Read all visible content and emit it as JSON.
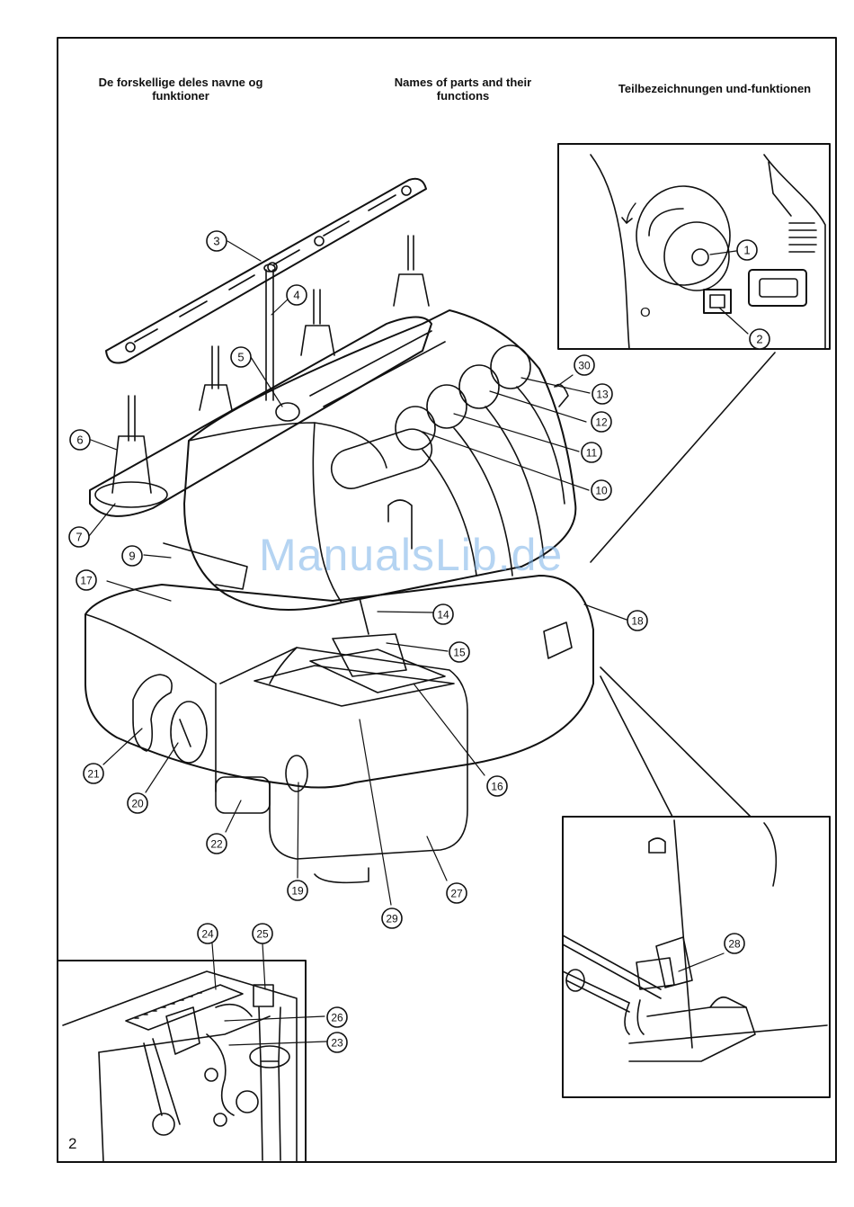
{
  "headings": {
    "danish": "De forskellige deles navne og\nfunktioner",
    "english": "Names of parts and their\nfunctions",
    "german": "Teilbezeichnungen und-funktionen"
  },
  "page_number": "2",
  "watermark": "ManualsLib.de",
  "switch_mark": "O",
  "callouts": [
    {
      "id": "c1",
      "label": "1"
    },
    {
      "id": "c2",
      "label": "2"
    },
    {
      "id": "c3",
      "label": "3"
    },
    {
      "id": "c4",
      "label": "4"
    },
    {
      "id": "c5",
      "label": "5"
    },
    {
      "id": "c6",
      "label": "6"
    },
    {
      "id": "c7",
      "label": "7"
    },
    {
      "id": "c9",
      "label": "9"
    },
    {
      "id": "c10",
      "label": "10"
    },
    {
      "id": "c11",
      "label": "11"
    },
    {
      "id": "c12",
      "label": "12"
    },
    {
      "id": "c13",
      "label": "13"
    },
    {
      "id": "c14",
      "label": "14"
    },
    {
      "id": "c15",
      "label": "15"
    },
    {
      "id": "c16",
      "label": "16"
    },
    {
      "id": "c17",
      "label": "17"
    },
    {
      "id": "c18",
      "label": "18"
    },
    {
      "id": "c19",
      "label": "19"
    },
    {
      "id": "c20",
      "label": "20"
    },
    {
      "id": "c21",
      "label": "21"
    },
    {
      "id": "c22",
      "label": "22"
    },
    {
      "id": "c23",
      "label": "23"
    },
    {
      "id": "c24",
      "label": "24"
    },
    {
      "id": "c25",
      "label": "25"
    },
    {
      "id": "c26",
      "label": "26"
    },
    {
      "id": "c27",
      "label": "27"
    },
    {
      "id": "c28",
      "label": "28"
    },
    {
      "id": "c29",
      "label": "29"
    },
    {
      "id": "c30",
      "label": "30"
    }
  ]
}
